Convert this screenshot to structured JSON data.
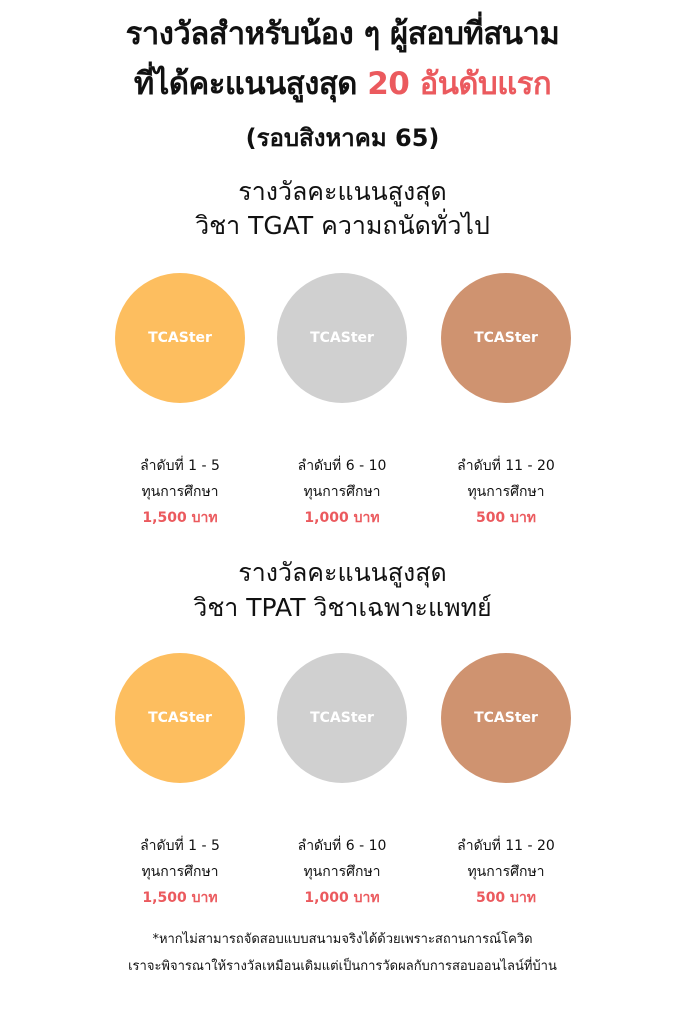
{
  "header": {
    "line1": "รางวัลสำหรับน้อง ๆ ผู้สอบที่สนาม",
    "line2_prefix": "ที่ได้คะแนนสูงสุด",
    "line2_highlight": "20 อันดับแรก",
    "round": "(รอบสิงหาคม 65)"
  },
  "colors": {
    "accent": "#EB5A5E",
    "gold": "#FDBE5F",
    "silver": "#D0D0D0",
    "bronze": "#CF9370"
  },
  "sections": [
    {
      "title1": "รางวัลคะแนนสูงสุด",
      "title2": "วิชา TGAT ความถนัดทั่วไป",
      "tiers": [
        {
          "badge": "TCASter",
          "rank": "ลำดับที่ 1 - 5",
          "label": "ทุนการศึกษา",
          "amount": "1,500 บาท"
        },
        {
          "badge": "TCASter",
          "rank": "ลำดับที่ 6 - 10",
          "label": "ทุนการศึกษา",
          "amount": "1,000 บาท"
        },
        {
          "badge": "TCASter",
          "rank": "ลำดับที่ 11 - 20",
          "label": "ทุนการศึกษา",
          "amount": "500 บาท"
        }
      ]
    },
    {
      "title1": "รางวัลคะแนนสูงสุด",
      "title2": "วิชา TPAT วิชาเฉพาะแพทย์",
      "tiers": [
        {
          "badge": "TCASter",
          "rank": "ลำดับที่ 1 - 5",
          "label": "ทุนการศึกษา",
          "amount": "1,500 บาท"
        },
        {
          "badge": "TCASter",
          "rank": "ลำดับที่ 6 - 10",
          "label": "ทุนการศึกษา",
          "amount": "1,000 บาท"
        },
        {
          "badge": "TCASter",
          "rank": "ลำดับที่ 11 - 20",
          "label": "ทุนการศึกษา",
          "amount": "500 บาท"
        }
      ]
    }
  ],
  "footer": {
    "line1": "*หากไม่สามารถจัดสอบแบบสนามจริงได้ด้วยเพราะสถานการณ์โควิด",
    "line2": "เราจะพิจารณาให้รางวัลเหมือนเดิมแต่เป็นการวัดผลกับการสอบออนไลน์ที่บ้าน"
  }
}
